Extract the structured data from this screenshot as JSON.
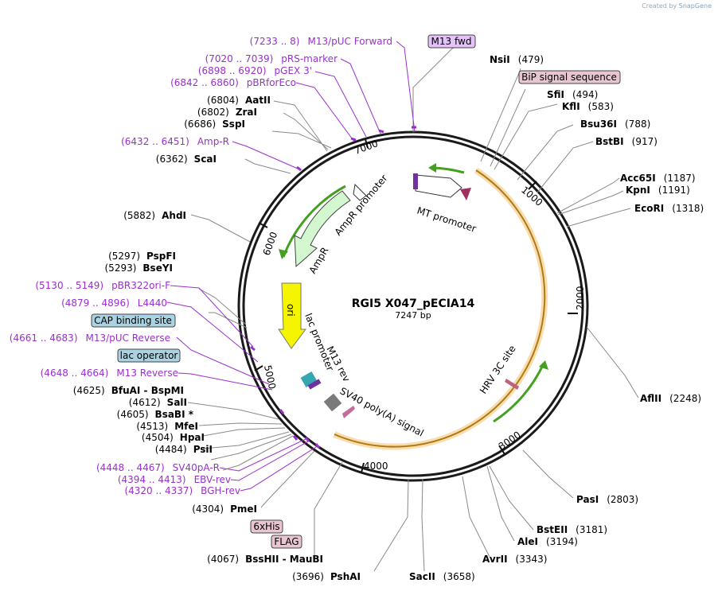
{
  "header": {
    "credit_prefix": "Created by",
    "credit_brand": "SnapGene"
  },
  "plasmid": {
    "name": "RGI5 X047_pECIA14",
    "length_label": "7247 bp"
  },
  "colors": {
    "primer": "#9a2fcf",
    "cds_outline": "#e8a23a",
    "arrow_green": "#44a020",
    "ampr_fill": "#d3f7cf",
    "ori_fill": "#f5f500",
    "lac_box": "#a9d3e3",
    "primer_box": "#e3c3f8",
    "tag_box": "#e8c5d0"
  },
  "tick_labels": [
    "1000",
    "2000",
    "3000",
    "4000",
    "5000",
    "6000",
    "7000"
  ],
  "enzymes": [
    {
      "name": "NsiI",
      "pos": "(479)"
    },
    {
      "name": "SfiI",
      "pos": "(494)"
    },
    {
      "name": "KflI",
      "pos": "(583)"
    },
    {
      "name": "Bsu36I",
      "pos": "(788)"
    },
    {
      "name": "BstBI",
      "pos": "(917)"
    },
    {
      "name": "Acc65I",
      "pos": "(1187)"
    },
    {
      "name": "KpnI",
      "pos": "(1191)"
    },
    {
      "name": "EcoRI",
      "pos": "(1318)"
    },
    {
      "name": "AflII",
      "pos": "(2248)"
    },
    {
      "name": "PasI",
      "pos": "(2803)"
    },
    {
      "name": "BstEII",
      "pos": "(3181)"
    },
    {
      "name": "AleI",
      "pos": "(3194)"
    },
    {
      "name": "AvrII",
      "pos": "(3343)"
    },
    {
      "name": "SacII",
      "pos": "(3658)"
    },
    {
      "name": "PshAI",
      "pos": "(3696)"
    },
    {
      "name": "BssHII - MauBI",
      "pos": "(4067)"
    },
    {
      "name": "PmeI",
      "pos": "(4304)"
    },
    {
      "name": "PsiI",
      "pos": "(4484)"
    },
    {
      "name": "HpaI",
      "pos": "(4504)"
    },
    {
      "name": "MfeI",
      "pos": "(4513)"
    },
    {
      "name": "BsaBI *",
      "pos": "(4605)"
    },
    {
      "name": "SalI",
      "pos": "(4612)"
    },
    {
      "name": "BfuAI - BspMI",
      "pos": "(4625)"
    },
    {
      "name": "BseYI",
      "pos": "(5293)"
    },
    {
      "name": "PspFI",
      "pos": "(5297)"
    },
    {
      "name": "AhdI",
      "pos": "(5882)"
    },
    {
      "name": "ScaI",
      "pos": "(6362)"
    },
    {
      "name": "SspI",
      "pos": "(6686)"
    },
    {
      "name": "ZraI",
      "pos": "(6802)"
    },
    {
      "name": "AatII",
      "pos": "(6804)"
    }
  ],
  "primers": [
    {
      "range": "(7233 .. 8)",
      "name": "M13/pUC Forward"
    },
    {
      "range": "(7020 .. 7039)",
      "name": "pRS-marker"
    },
    {
      "range": "(6898 .. 6920)",
      "name": "pGEX 3'"
    },
    {
      "range": "(6842 .. 6860)",
      "name": "pBRforEco"
    },
    {
      "range": "(6432 .. 6451)",
      "name": "Amp-R"
    },
    {
      "range": "(5130 .. 5149)",
      "name": "pBR322ori-F"
    },
    {
      "range": "(4879 .. 4896)",
      "name": "L4440"
    },
    {
      "range": "(4661 .. 4683)",
      "name": "M13/pUC Reverse"
    },
    {
      "range": "(4648 .. 4664)",
      "name": "M13 Reverse"
    },
    {
      "range": "(4448 .. 4467)",
      "name": "SV40pA-R"
    },
    {
      "range": "(4394 .. 4413)",
      "name": "EBV-rev"
    },
    {
      "range": "(4320 .. 4337)",
      "name": "BGH-rev"
    }
  ],
  "boxed_labels": {
    "m13fwd": "M13 fwd",
    "bip": "BiP signal sequence",
    "cap": "CAP binding site",
    "lacop": "lac operator",
    "his": "6xHis",
    "flag": "FLAG"
  },
  "features": {
    "mt_promoter": "MT promoter",
    "ampr_promoter": "AmpR promoter",
    "ampr": "AmpR",
    "ori": "ori",
    "lac_promoter": "lac promoter",
    "m13_rev": "M13 rev",
    "sv40_polya": "SV40 poly(A) signal",
    "hrv3c": "HRV 3C site"
  }
}
